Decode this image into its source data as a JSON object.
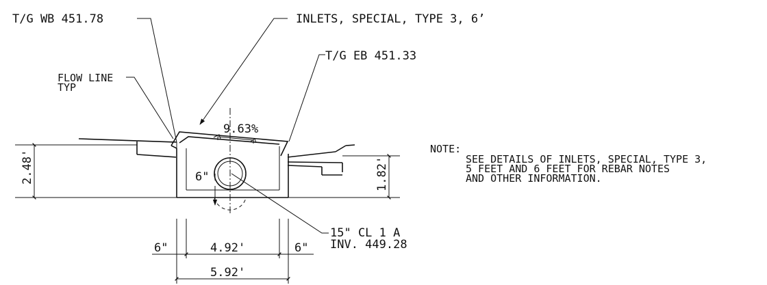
{
  "labels": {
    "tg_wb": "T/G WB 451.78",
    "inlet_callout": "INLETS, SPECIAL, TYPE 3, 6’",
    "tg_eb": "T/G EB 451.33",
    "flow_line_1": "FLOW LINE",
    "flow_line_2": "TYP",
    "slope": "9.63%",
    "pipe_1": "15\" CL 1 A",
    "pipe_2": "INV. 449.28"
  },
  "dimensions": {
    "left_height": "2.48'",
    "right_height": "1.82'",
    "pipe_offset": "6\"",
    "wall_left": "6\"",
    "inside_width": "4.92'",
    "wall_right": "6\"",
    "outside_width": "5.92'"
  },
  "note": {
    "heading": "NOTE:",
    "line_1": "SEE DETAILS OF INLETS, SPECIAL, TYPE 3,",
    "line_2": "5 FEET AND 6 FEET FOR REBAR NOTES",
    "line_3": "AND OTHER INFORMATION."
  }
}
